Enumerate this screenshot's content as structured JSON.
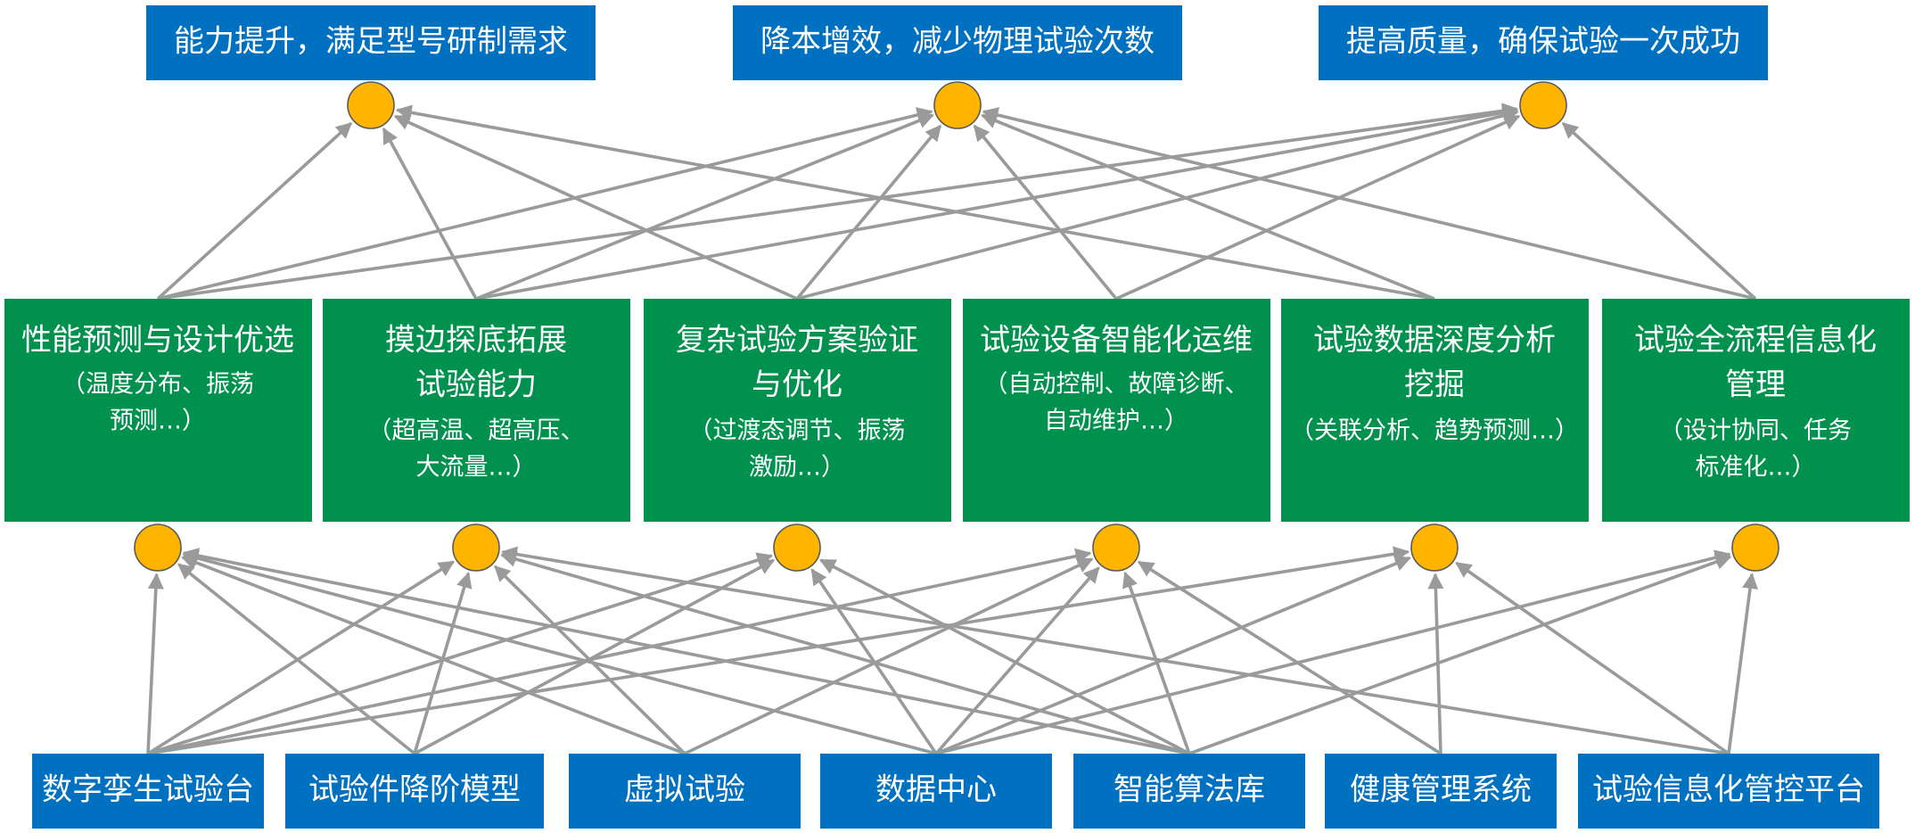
{
  "goals": [
    {
      "label": "能力提升，满足型号研制需求"
    },
    {
      "label": "降本增效，减少物理试验次数"
    },
    {
      "label": "提高质量，确保试验一次成功"
    }
  ],
  "capabilities": [
    {
      "lines": [
        "性能预测与设计优选"
      ],
      "sub": [
        "（温度分布、振荡",
        "预测…）"
      ]
    },
    {
      "lines": [
        "摸边探底拓展",
        "试验能力"
      ],
      "sub": [
        "（超高温、超高压、",
        "大流量…）"
      ]
    },
    {
      "lines": [
        "复杂试验方案验证",
        "与优化"
      ],
      "sub": [
        "（过渡态调节、振荡",
        "激励…）"
      ]
    },
    {
      "lines": [
        "试验设备智能化运维"
      ],
      "sub": [
        "（自动控制、故障诊断、",
        "自动维护…）"
      ]
    },
    {
      "lines": [
        "试验数据深度分析",
        "挖掘"
      ],
      "sub": [
        "（关联分析、趋势预测…）"
      ]
    },
    {
      "lines": [
        "试验全流程信息化",
        "管理"
      ],
      "sub": [
        "（设计协同、任务",
        "标准化…）"
      ]
    }
  ],
  "systems": [
    {
      "label": "数字孪生试验台"
    },
    {
      "label": "试验件降阶模型"
    },
    {
      "label": "虚拟试验"
    },
    {
      "label": "数据中心"
    },
    {
      "label": "智能算法库"
    },
    {
      "label": "健康管理系统"
    },
    {
      "label": "试验信息化管控平台"
    }
  ],
  "links_cap_to_goal": [
    [
      0,
      0
    ],
    [
      0,
      1
    ],
    [
      0,
      2
    ],
    [
      1,
      0
    ],
    [
      1,
      1
    ],
    [
      1,
      2
    ],
    [
      2,
      0
    ],
    [
      2,
      1
    ],
    [
      2,
      2
    ],
    [
      3,
      1
    ],
    [
      3,
      2
    ],
    [
      4,
      0
    ],
    [
      4,
      1
    ],
    [
      5,
      1
    ],
    [
      5,
      2
    ]
  ],
  "links_sys_to_cap": [
    [
      0,
      0
    ],
    [
      0,
      1
    ],
    [
      0,
      2
    ],
    [
      0,
      3
    ],
    [
      0,
      4
    ],
    [
      1,
      0
    ],
    [
      1,
      1
    ],
    [
      1,
      2
    ],
    [
      2,
      0
    ],
    [
      2,
      1
    ],
    [
      2,
      3
    ],
    [
      3,
      0
    ],
    [
      3,
      2
    ],
    [
      3,
      3
    ],
    [
      3,
      4
    ],
    [
      3,
      5
    ],
    [
      4,
      0
    ],
    [
      4,
      1
    ],
    [
      4,
      2
    ],
    [
      4,
      3
    ],
    [
      4,
      5
    ],
    [
      5,
      3
    ],
    [
      5,
      4
    ],
    [
      6,
      1
    ],
    [
      6,
      4
    ],
    [
      6,
      5
    ]
  ],
  "colors": {
    "goal": "#0070c0",
    "capability": "#00914f",
    "system": "#0070c0",
    "node": "#ffb400",
    "edge": "#9a9a9a"
  }
}
